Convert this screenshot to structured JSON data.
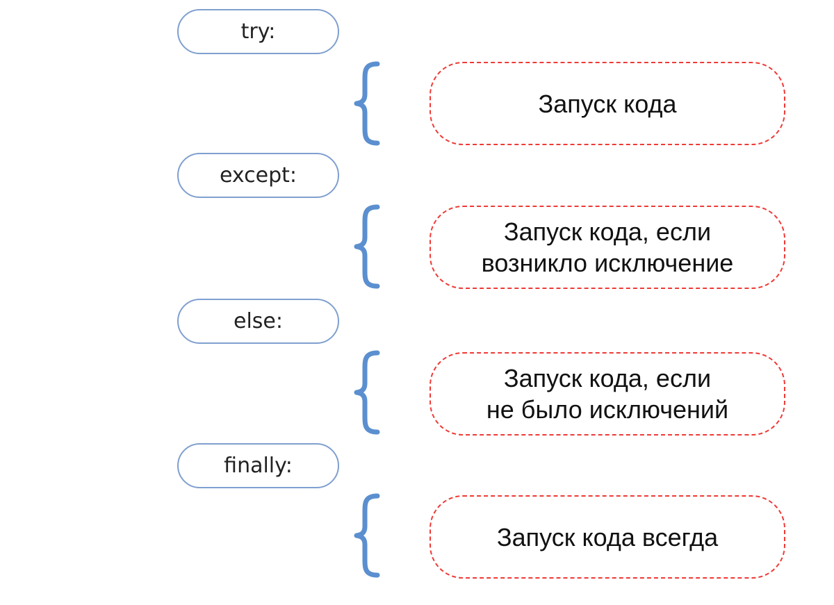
{
  "blocks": [
    {
      "keyword": "try:",
      "lines": [
        "Запуск кода"
      ]
    },
    {
      "keyword": "except:",
      "lines": [
        "Запуск кода, если",
        "возникло исключение"
      ]
    },
    {
      "keyword": "else:",
      "lines": [
        "Запуск кода, если",
        "не было исключений"
      ]
    },
    {
      "keyword": "finally:",
      "lines": [
        "Запуск кода всегда"
      ]
    }
  ],
  "colors": {
    "keyword_border": "#7f9fcf",
    "brace": "#5b8fcf",
    "action_border": "#ee3a36"
  }
}
